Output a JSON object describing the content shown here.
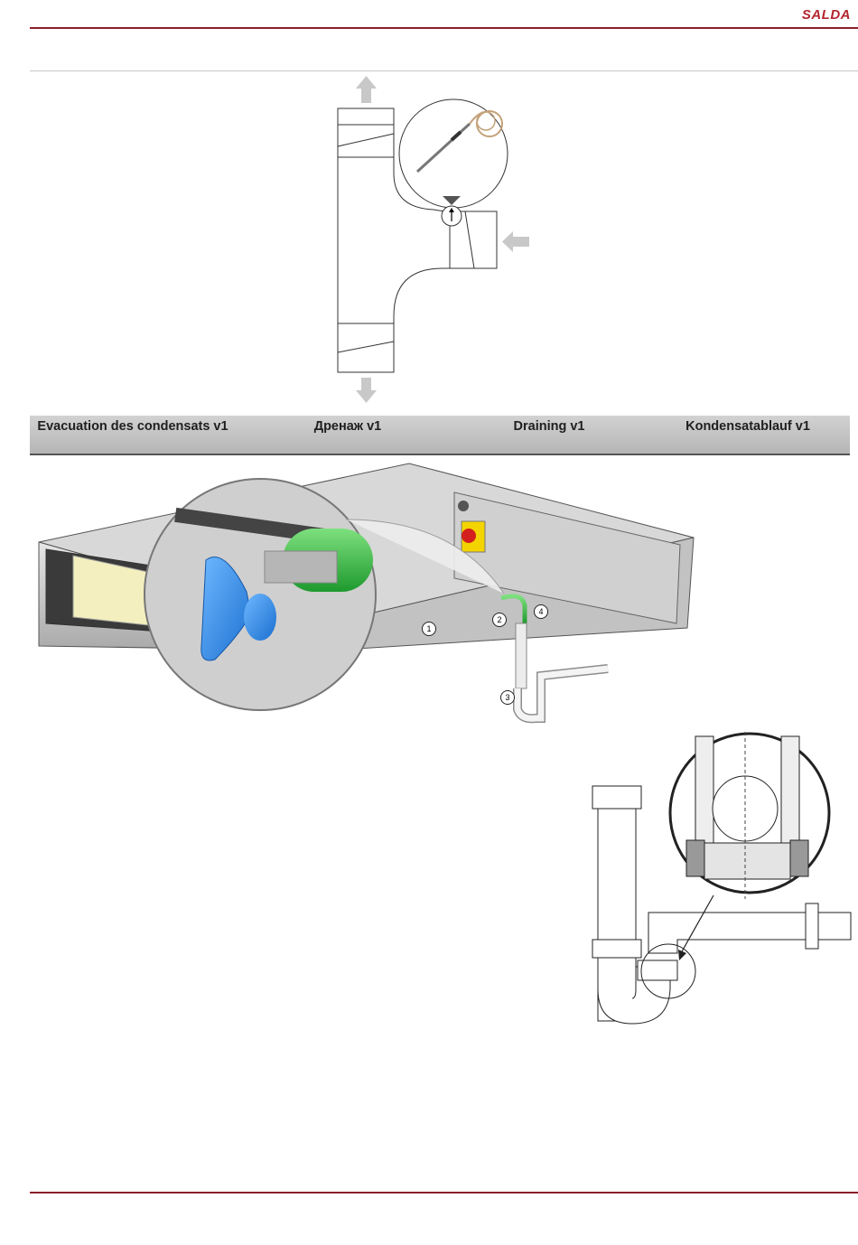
{
  "header": {
    "brand": "SALDA"
  },
  "section": {
    "titles": {
      "fr": "Evacuation des condensats v1",
      "ru": "Дренаж v1",
      "en": "Draining v1",
      "de": "Kondensatablauf v1"
    }
  },
  "unit_figure": {
    "callouts": [
      "1",
      "2",
      "3",
      "4"
    ]
  },
  "colors": {
    "brand": "#b3262f",
    "rule": "#8a1f2a",
    "drain_hose": "#39b54a",
    "plug": "#3b8fe0"
  }
}
